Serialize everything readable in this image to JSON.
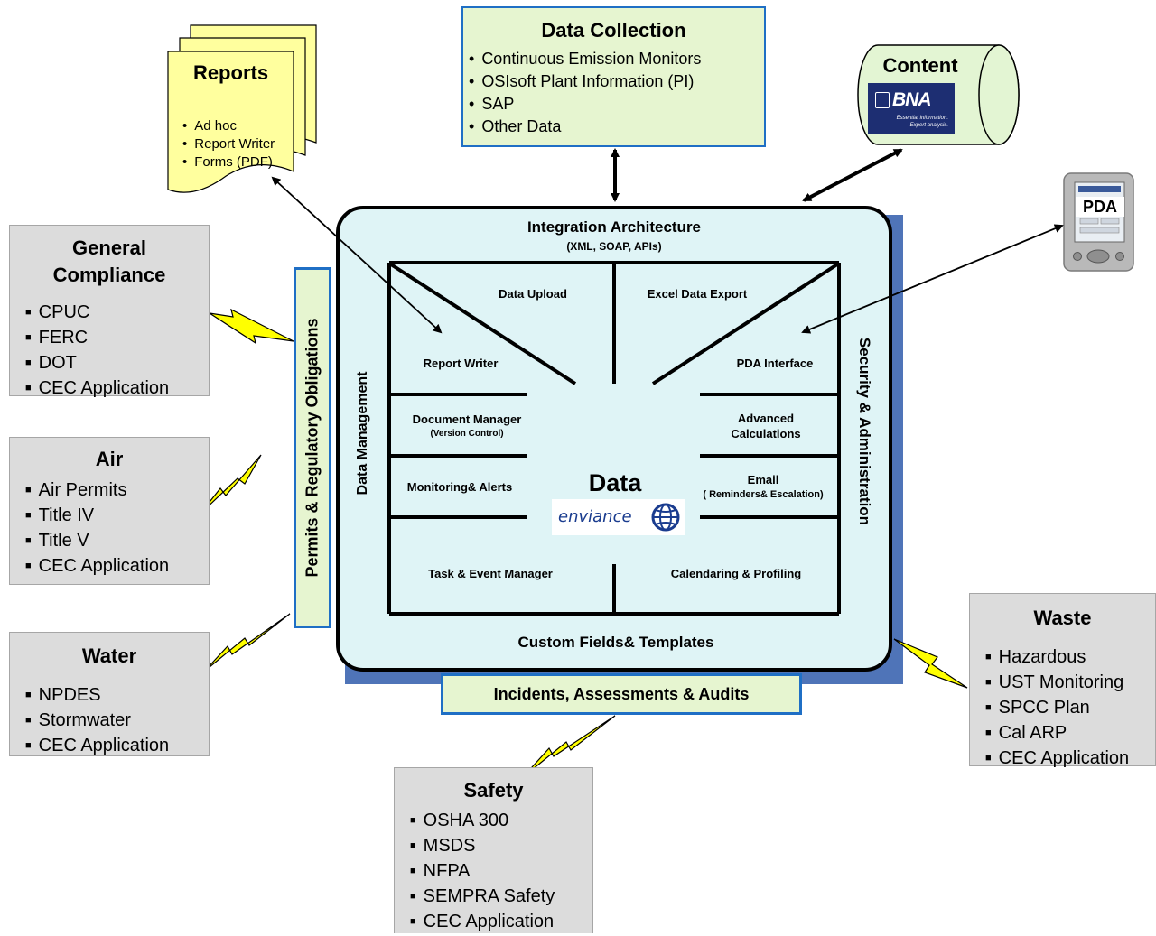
{
  "data_collection": {
    "title": "Data Collection",
    "items": [
      "Continuous Emission Monitors",
      "OSIsoft Plant Information (PI)",
      "SAP",
      "Other Data"
    ]
  },
  "reports": {
    "title": "Reports",
    "items": [
      "Ad hoc",
      "Report  Writer",
      "Forms (PDF)"
    ]
  },
  "content": {
    "title": "Content",
    "logo_text": "BNA",
    "logo_tagline_1": "Essential information.",
    "logo_tagline_2": "Expert analysis."
  },
  "pda": {
    "label": "PDA"
  },
  "general_compliance": {
    "title_line1": "General",
    "title_line2": "Compliance",
    "items": [
      "CPUC",
      "FERC",
      "DOT",
      "CEC Application"
    ]
  },
  "air": {
    "title": "Air",
    "items": [
      "Air Permits",
      "Title IV",
      "Title V",
      "CEC Application"
    ]
  },
  "water": {
    "title": "Water",
    "items": [
      "NPDES",
      "Stormwater",
      "CEC Application"
    ]
  },
  "waste": {
    "title": "Waste",
    "items": [
      "Hazardous",
      "UST Monitoring",
      "SPCC Plan",
      "Cal ARP",
      "CEC Application"
    ]
  },
  "safety": {
    "title": "Safety",
    "items": [
      "OSHA 300",
      "MSDS",
      "NFPA",
      "SEMPRA Safety",
      "CEC Application"
    ]
  },
  "core": {
    "integration_title": "Integration Architecture",
    "integration_sub": "(XML, SOAP, APIs)",
    "data_management": "Data Management",
    "security": "Security & Administration",
    "permits": "Permits & Regulatory Obligations",
    "custom_fields": "Custom Fields& Templates",
    "incidents": "Incidents, Assessments & Audits",
    "data_label": "Data",
    "enviance_logo": "enviance",
    "modules": {
      "data_upload": "Data Upload",
      "excel_export": "Excel Data Export",
      "report_writer": "Report Writer",
      "pda_interface": "PDA Interface",
      "document_manager": "Document Manager",
      "document_manager_sub": "(Version Control)",
      "advanced_calc_1": "Advanced",
      "advanced_calc_2": "Calculations",
      "monitoring": "Monitoring& Alerts",
      "email_1": "Email",
      "email_2": "( Reminders& Escalation)",
      "task_event": "Task  & Event Manager",
      "calendaring": "Calendaring  & Profiling"
    }
  },
  "colors": {
    "green_fill": "#e6f5d0",
    "blue_border": "#1f6fc5",
    "core_fill": "#dff4f6",
    "core_shadow": "#4f74b8",
    "report_fill": "#ffff9e",
    "content_fill": "#e3f5d3",
    "bolt_fill": "#ffff00",
    "gray_fill": "#dcdcdc"
  }
}
